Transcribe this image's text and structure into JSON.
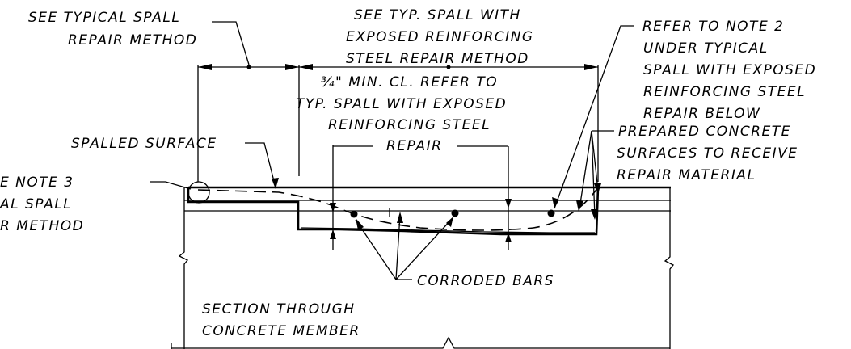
{
  "labels": {
    "typical_spall_line1": "SEE TYPICAL SPALL",
    "typical_spall_line2": "REPAIR METHOD",
    "typ_spall_exposed_line1": "SEE TYP. SPALL WITH",
    "typ_spall_exposed_line2": "EXPOSED REINFORCING",
    "typ_spall_exposed_line3": "STEEL REPAIR METHOD",
    "note2_line1": "REFER TO NOTE 2",
    "note2_line2": "UNDER TYPICAL",
    "note2_line3": "SPALL WITH EXPOSED",
    "note2_line4": "REINFORCING STEEL",
    "note2_line5": "REPAIR BELOW",
    "clearance_line1": "¾\" MIN. CL. REFER TO",
    "clearance_line2": "TYP. SPALL WITH EXPOSED",
    "clearance_line3": "REINFORCING STEEL",
    "clearance_line4": "REPAIR",
    "spalled_surface": "SPALLED SURFACE",
    "prepared_line1": "PREPARED CONCRETE",
    "prepared_line2": "SURFACES TO RECEIVE",
    "prepared_line3": "REPAIR MATERIAL",
    "note3_line1": "E NOTE 3",
    "note3_line2": "AL SPALL",
    "note3_line3": "R METHOD",
    "corroded_bars": "CORRODED BARS",
    "section_line1": "SECTION THROUGH",
    "section_line2": "CONCRETE MEMBER"
  },
  "colors": {
    "ink": "#000000",
    "background": "#ffffff"
  }
}
